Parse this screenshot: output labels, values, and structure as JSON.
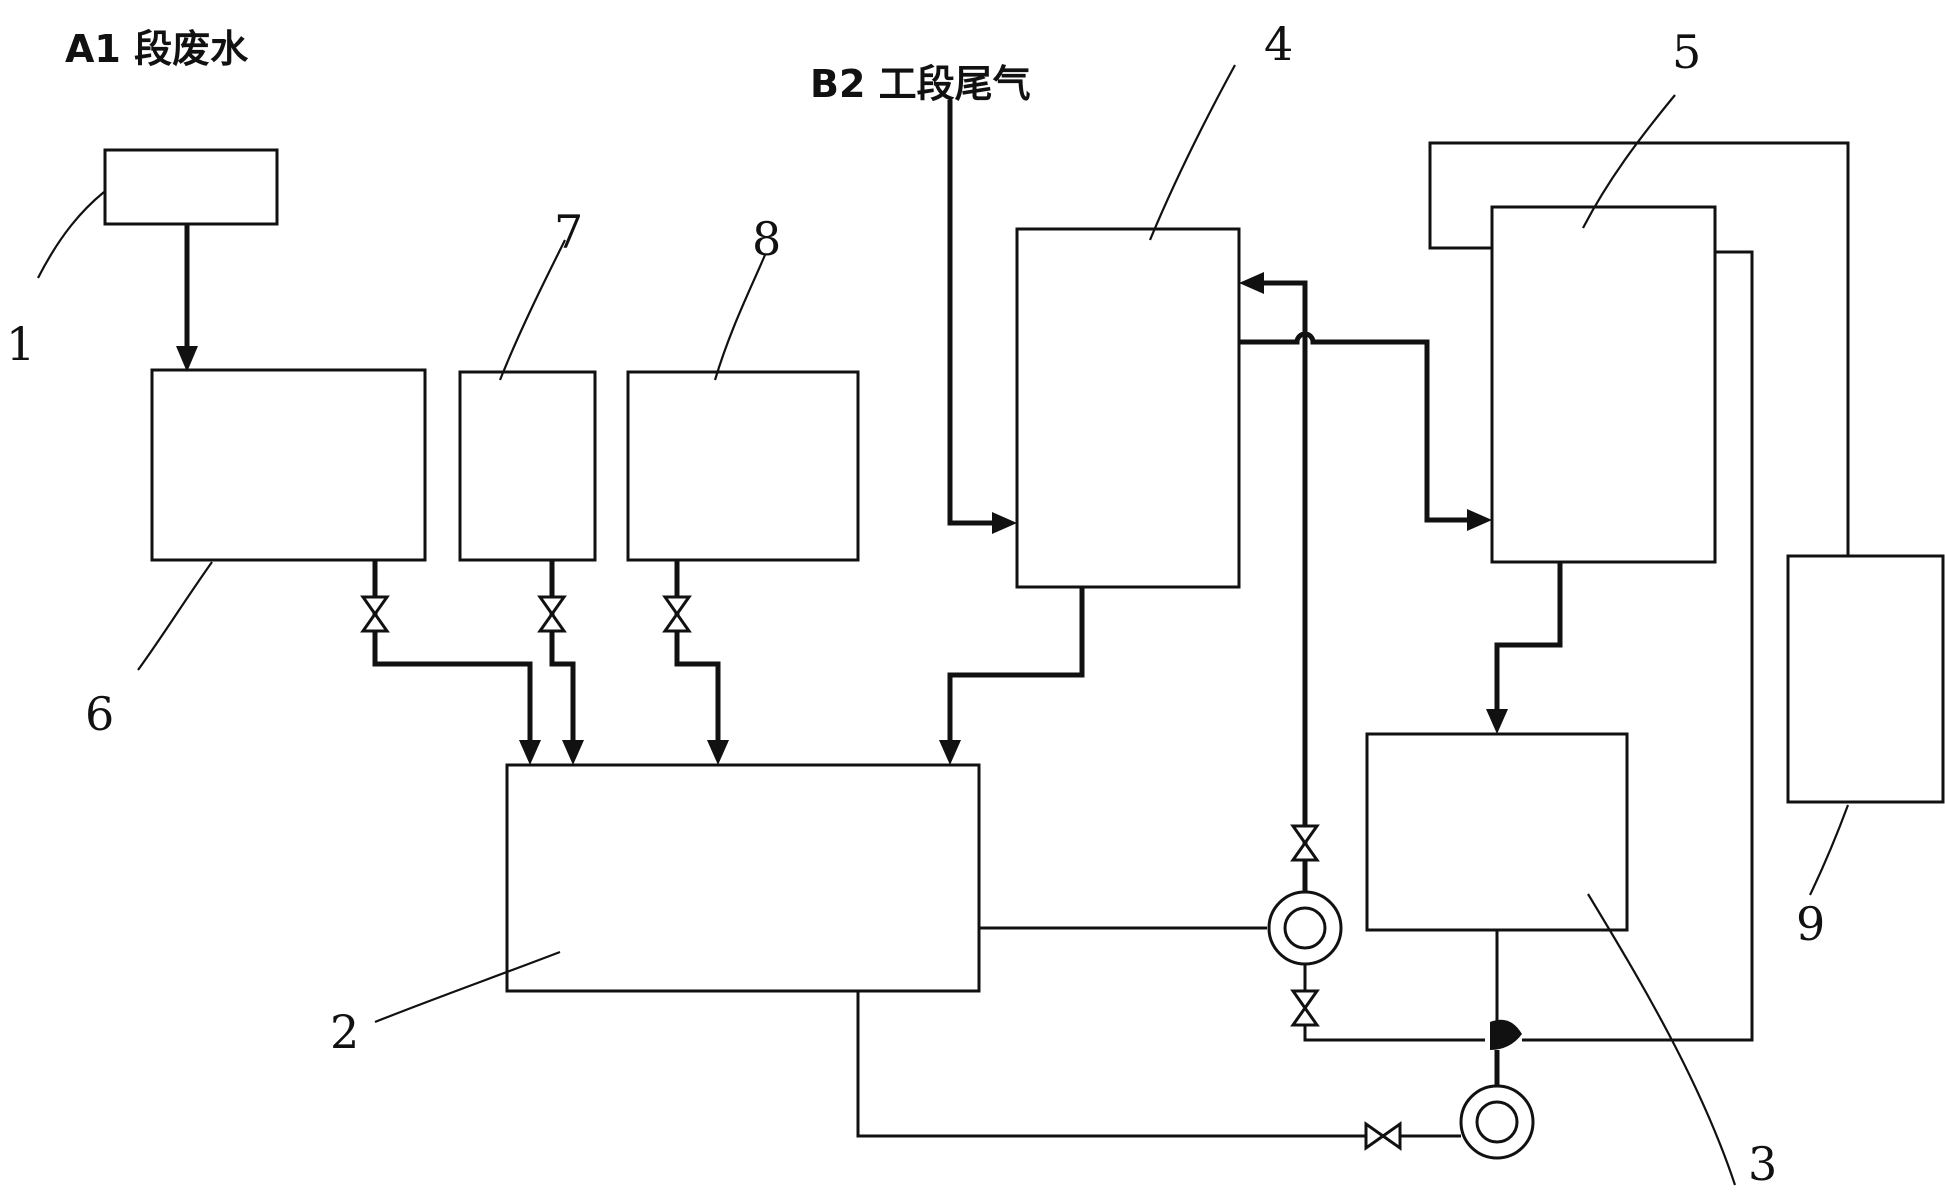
{
  "labels": {
    "input_a1": "A1 段废水",
    "input_b2": "B2 工段尾气"
  },
  "numbers": {
    "n1": "1",
    "n2": "2",
    "n3": "3",
    "n4": "4",
    "n5": "5",
    "n6": "6",
    "n7": "7",
    "n8": "8",
    "n9": "9"
  },
  "colors": {
    "line": "#111111",
    "background": "#ffffff"
  }
}
